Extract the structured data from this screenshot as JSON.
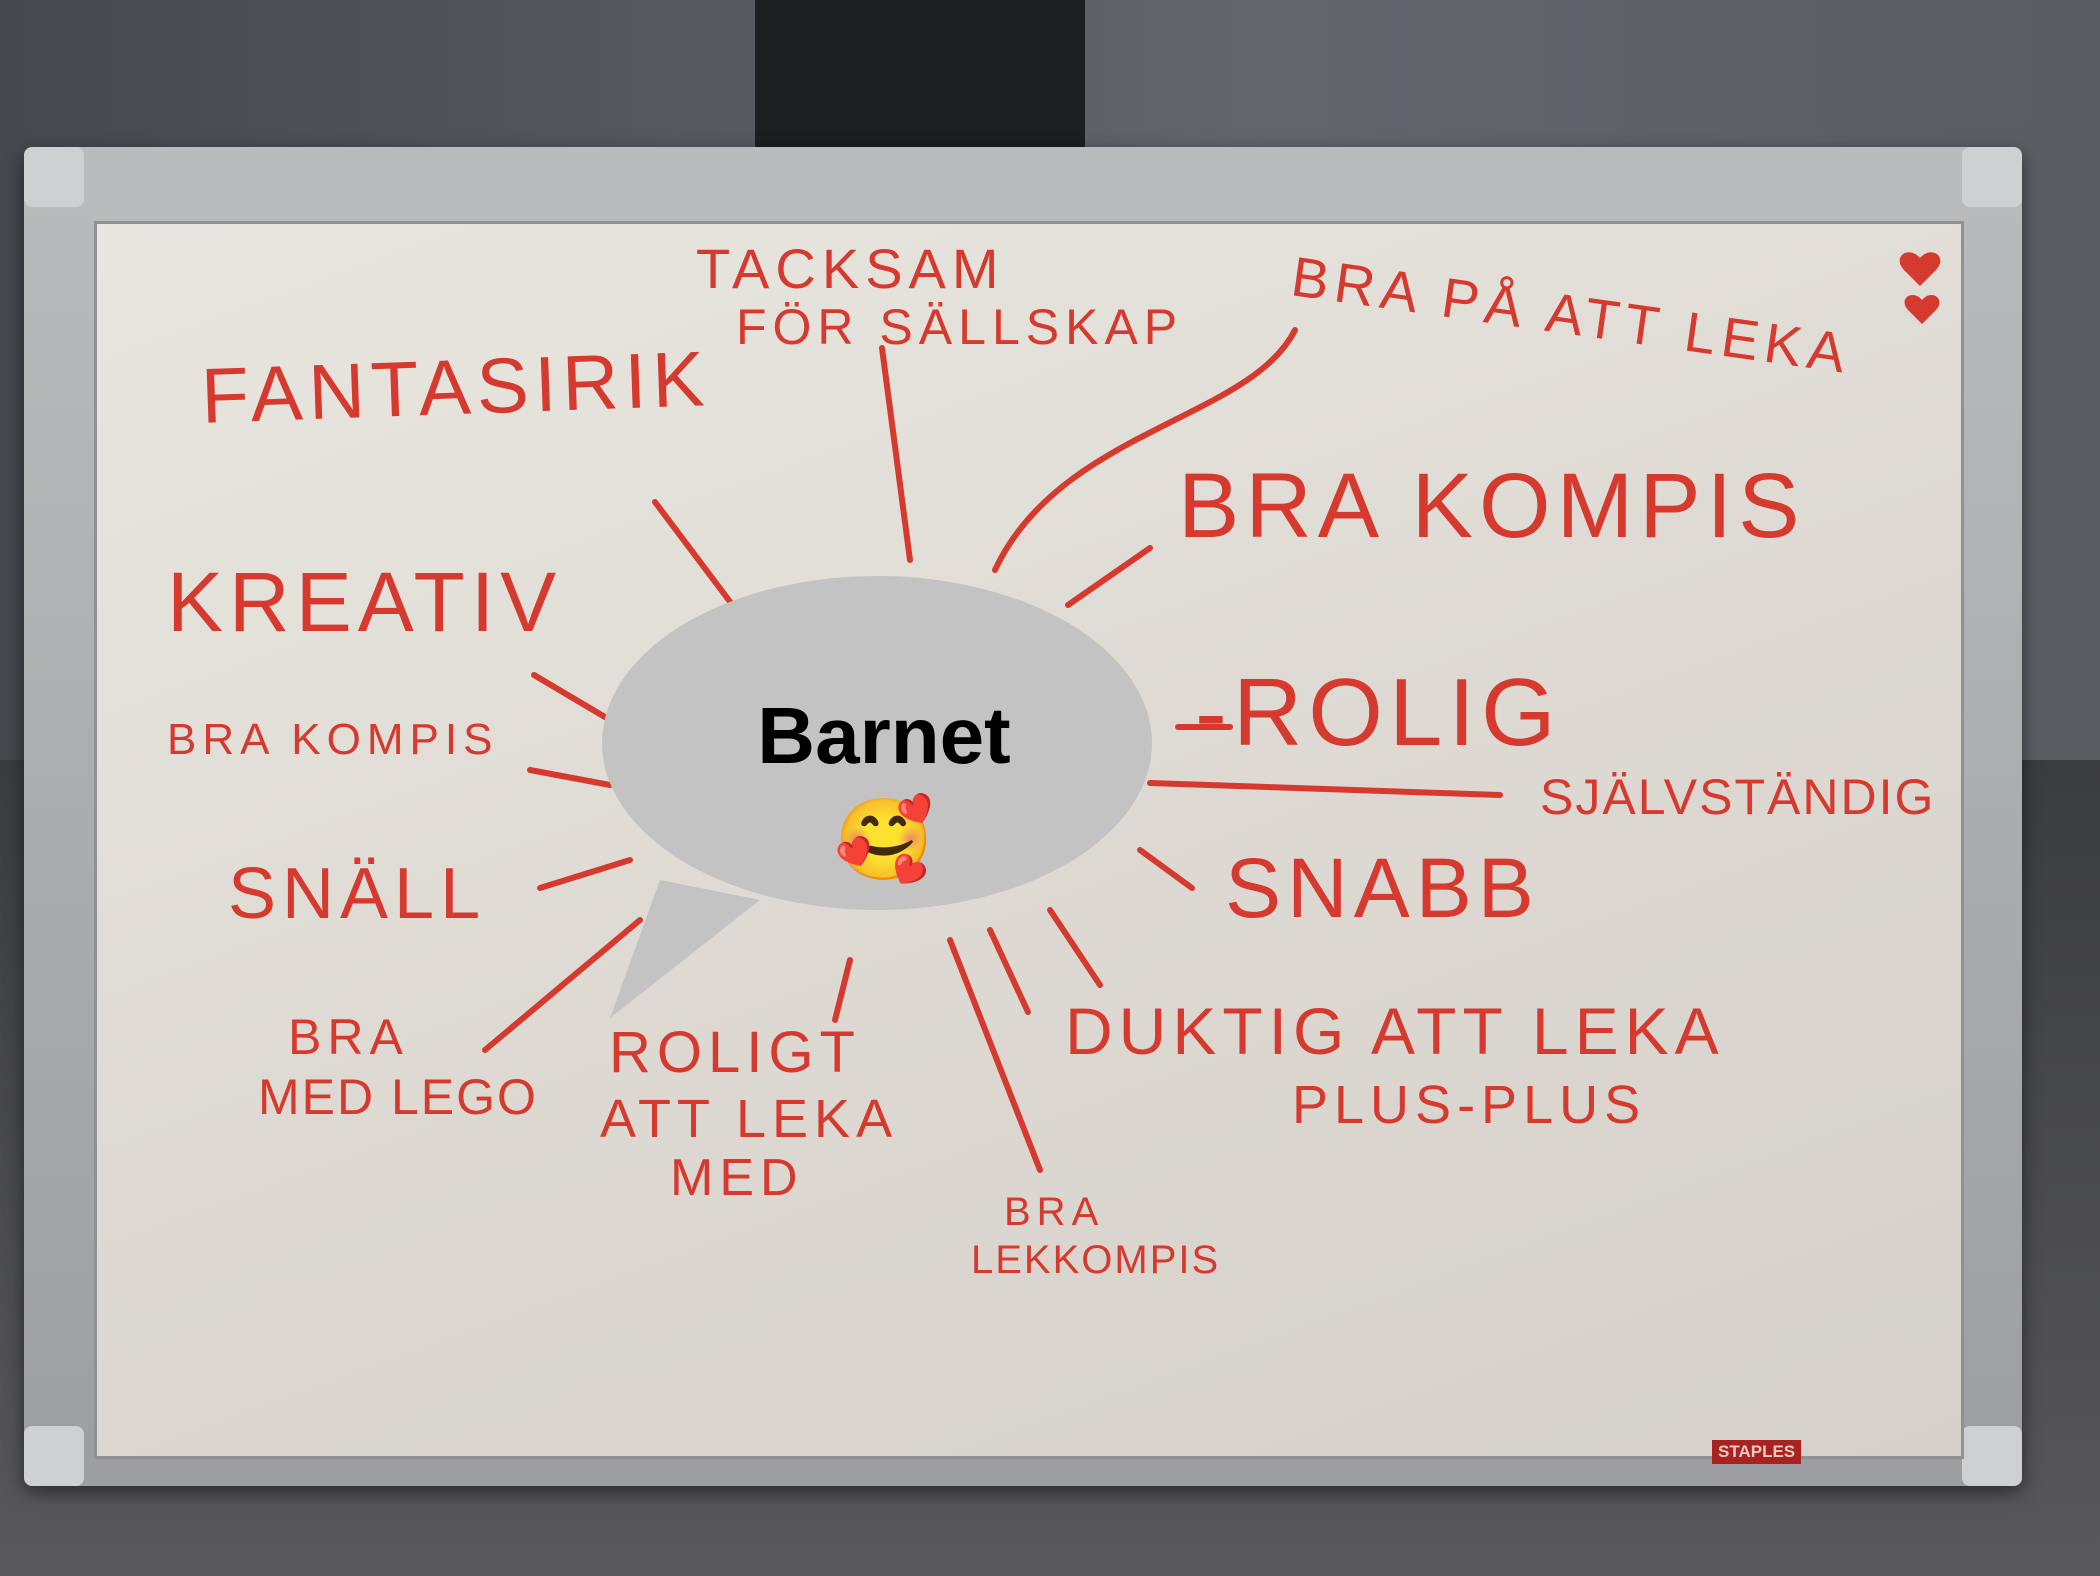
{
  "center": {
    "label": "Barnet",
    "emoji": "🥰"
  },
  "words": {
    "tacksam": "TACKSAM",
    "for_sallskap": "FÖR SÄLLSKAP",
    "fantasirik": "FANTASIRIK",
    "bra_pa_att_leka": "BRA PÅ ATT LEKA",
    "bra_kompis_big": "BRA KOMPIS",
    "kreativ": "KREATIV",
    "bra_kompis_small": "BRA KOMPIS",
    "rolig": "-ROLIG",
    "sjalvstandig": "SJÄLVSTÄNDIG",
    "snall": "SNÄLL",
    "snabb": "SNABB",
    "bra_1": "BRA",
    "med_lego": "MED LEGO",
    "roligt": "ROLIGT",
    "att_leka": "ATT LEKA",
    "med": "MED",
    "duktig": "DUKTIG ATT LEKA",
    "plus_plus": "PLUS-PLUS",
    "bra_2": "BRA",
    "lekkompis": "LEKKOMPIS"
  },
  "brand": "STAPLES",
  "colors": {
    "marker": "#d6392e",
    "bubble": "#c3c3c3"
  }
}
